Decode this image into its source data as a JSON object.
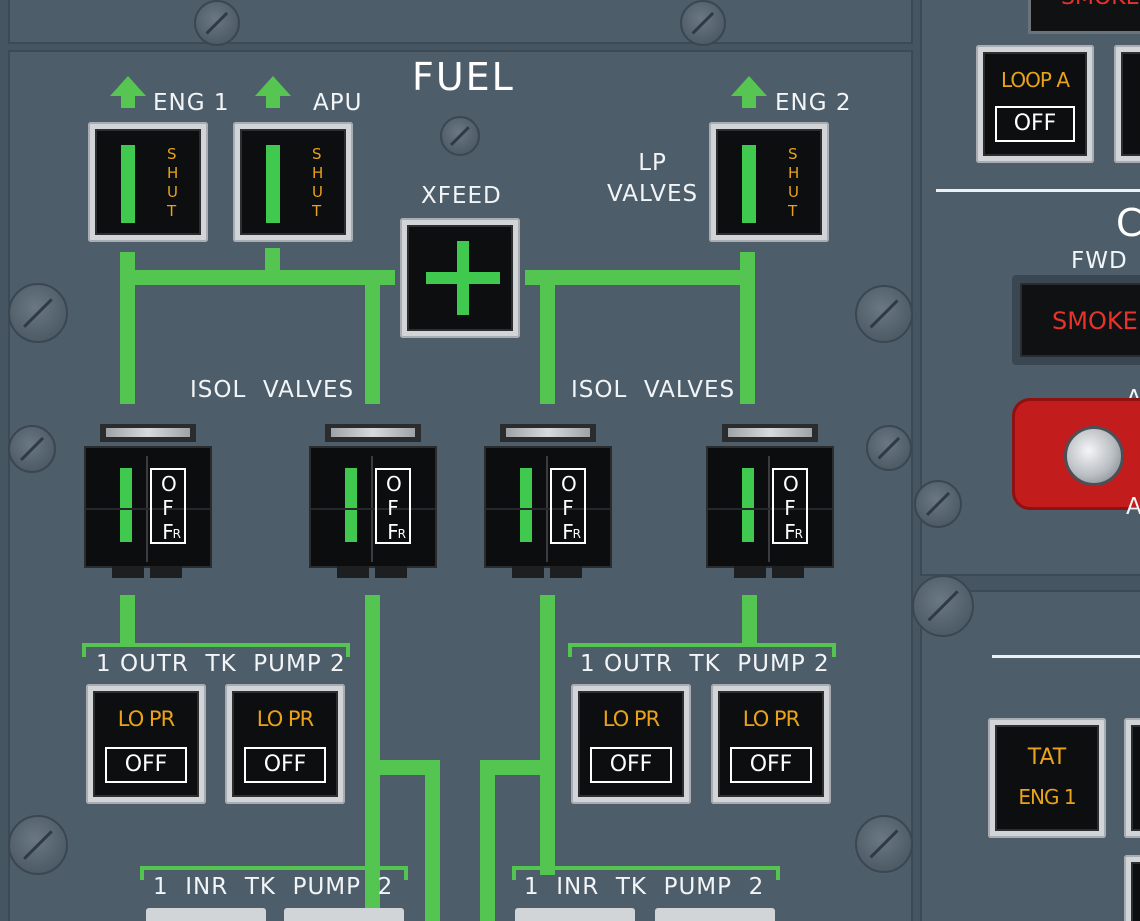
{
  "fuel_panel": {
    "title": "FUEL",
    "lp_valves": {
      "label": "LP\nVALVES",
      "eng1": {
        "label": "ENG 1",
        "status": "SHUT"
      },
      "apu": {
        "label": "APU",
        "status": "SHUT"
      },
      "eng2": {
        "label": "ENG 2",
        "status": "SHUT"
      }
    },
    "xfeed": {
      "label": "XFEED"
    },
    "isol_valves": {
      "left_label": "ISOL  VALVES",
      "right_label": "ISOL  VALVES",
      "switch_text": "OFF",
      "switch_sub": "R"
    },
    "outr_tk_pump": {
      "left_label": "1 OUTR  TK  PUMP 2",
      "right_label": "1 OUTR  TK  PUMP 2"
    },
    "pump_switch": {
      "top": "LO PR",
      "bottom": "OFF"
    },
    "inr_tk_pump": {
      "left_label": "1  INR  TK  PUMP  2",
      "right_label": "1  INR  TK  PUMP  2"
    }
  },
  "right_panel": {
    "top_indicator": "SMOKE",
    "loop_a": {
      "top": "LOOP A",
      "bottom": "OFF"
    },
    "heading_letter": "C",
    "fwd_label": "FWD",
    "fwd_smoke": "SMOKE",
    "toggle_top": "A",
    "toggle_bottom": "A",
    "tat": {
      "line1": "TAT",
      "line2": "ENG 1"
    }
  },
  "colors": {
    "panel": "#4e5d6a",
    "flow_line": "#55c552",
    "amber": "#e9a21a",
    "red": "#e8332c"
  }
}
